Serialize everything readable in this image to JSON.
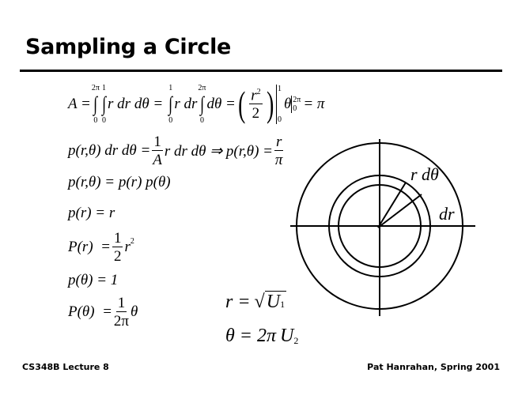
{
  "title": "Sampling a Circle",
  "footer": {
    "left": "CS348B Lecture 8",
    "right": "Pat Hanrahan, Spring 2001"
  },
  "eq1": {
    "lhs": "A =",
    "int1": {
      "upper": "2π",
      "lower": "0",
      "sign": "∫"
    },
    "int2": {
      "upper": "1",
      "lower": "0",
      "sign": "∫"
    },
    "t1": "r dr dθ =",
    "int3": {
      "upper": "1",
      "lower": "0",
      "sign": "∫"
    },
    "t2": "r dr",
    "int4": {
      "upper": "2π",
      "lower": "0",
      "sign": "∫"
    },
    "t3": "dθ =",
    "paren_open": "(",
    "frac": {
      "num": "r",
      "num_sup": "2",
      "den": "2"
    },
    "paren_close": ")",
    "eval1": {
      "upper": "1",
      "lower": "0"
    },
    "t4": "θ",
    "eval2": {
      "upper": "2π",
      "lower": "0"
    },
    "t5": "= π"
  },
  "eq2": {
    "lhs": "p(r,θ) dr dθ =",
    "frac1": {
      "num": "1",
      "den": "A"
    },
    "mid": "r dr dθ ⇒ p(r,θ) =",
    "frac2": {
      "num": "r",
      "den": "π"
    }
  },
  "eq3": {
    "text": "p(r,θ) = p(r) p(θ)"
  },
  "eq4": {
    "text": "p(r) = r"
  },
  "eq5": {
    "lhs": "P(r)  =",
    "frac": {
      "num": "1",
      "den": "2"
    },
    "rhs": "r",
    "sup": "2"
  },
  "eq6": {
    "text": "p(θ) = 1"
  },
  "eq7": {
    "lhs": "P(θ)  =",
    "frac": {
      "num": "1",
      "den": "2π"
    },
    "rhs": "θ"
  },
  "eq8": {
    "lhs": "r =",
    "radical": "√",
    "var": "U",
    "sub": "1"
  },
  "eq9": {
    "lhs": "θ = 2π",
    "var": "U",
    "sub": "2"
  },
  "diagram": {
    "label_arc": "r dθ",
    "label_radial": "dr"
  }
}
